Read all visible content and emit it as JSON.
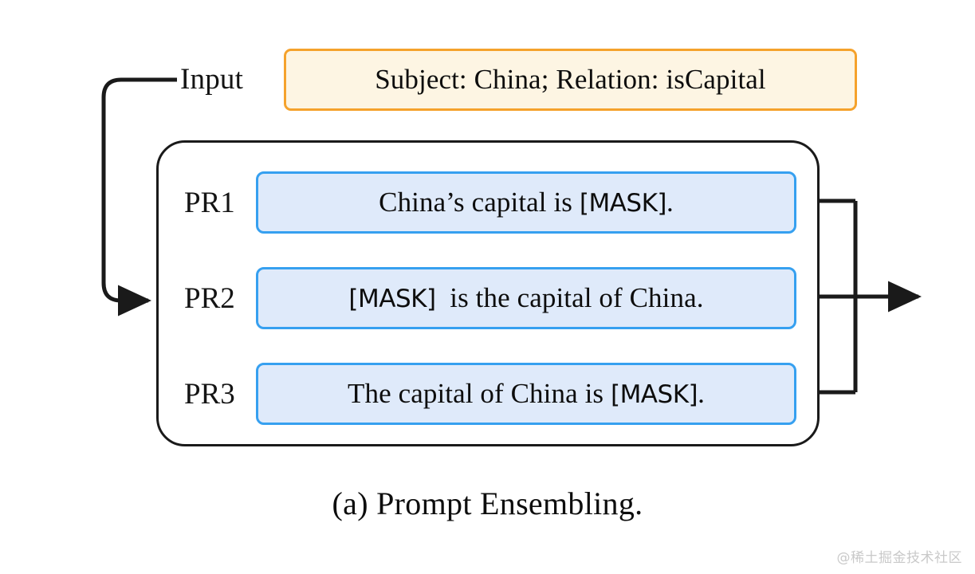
{
  "figure": {
    "caption": "(a) Prompt Ensembling.",
    "watermark": "@稀土掘金技术社区"
  },
  "input": {
    "label": "Input",
    "text": "Subject: China; Relation: isCapital",
    "border_color": "#f5a22c",
    "fill_color": "#fdf5e3"
  },
  "prompts": {
    "box_border_color": "#36a0f0",
    "box_fill_color": "#dfeafa",
    "container_border_color": "#1a1a1a",
    "items": [
      {
        "label": "PR1",
        "text_before": "China’s capital is ",
        "mask": "[MASK]",
        "text_after": "."
      },
      {
        "label": "PR2",
        "text_before": "",
        "mask": "[MASK]",
        "text_after": "  is the capital of China."
      },
      {
        "label": "PR3",
        "text_before": "The capital of China is ",
        "mask": "[MASK]",
        "text_after": "."
      }
    ]
  },
  "connectors": {
    "stroke_color": "#1a1a1a",
    "input_feedback_arrow": "curves from the Input label left, down, and right into the prompt container at the PR2 level",
    "output_arrow": "three prompt outputs merge on a vertical bus and exit right at the PR2 level"
  }
}
